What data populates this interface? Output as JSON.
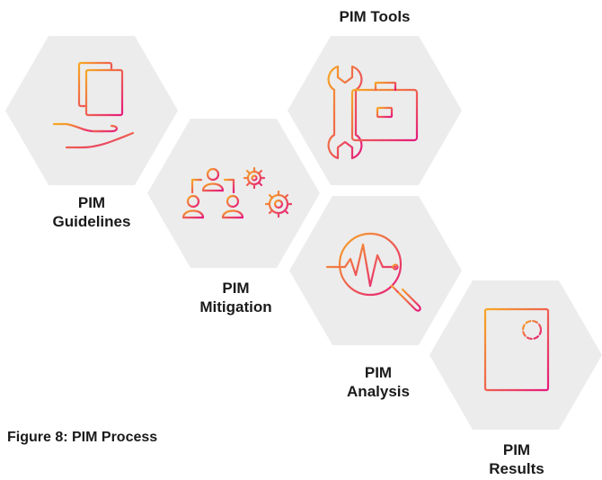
{
  "caption": "Figure 8: PIM Process",
  "steps": [
    {
      "line1": "PIM",
      "line2": "Guidelines",
      "icon": "document-hand-icon"
    },
    {
      "line1": "PIM Tools",
      "line2": "",
      "icon": "wrench-toolbox-icon"
    },
    {
      "line1": "PIM",
      "line2": "Mitigation",
      "icon": "people-gears-icon"
    },
    {
      "line1": "PIM",
      "line2": "Analysis",
      "icon": "magnifier-pulse-icon"
    },
    {
      "line1": "PIM",
      "line2": "Results",
      "icon": "report-chart-icon"
    }
  ],
  "colors": {
    "hexagon": "#ececec",
    "gradient_start": "#f7a823",
    "gradient_end": "#e6197d",
    "text": "#1a1a1a"
  }
}
